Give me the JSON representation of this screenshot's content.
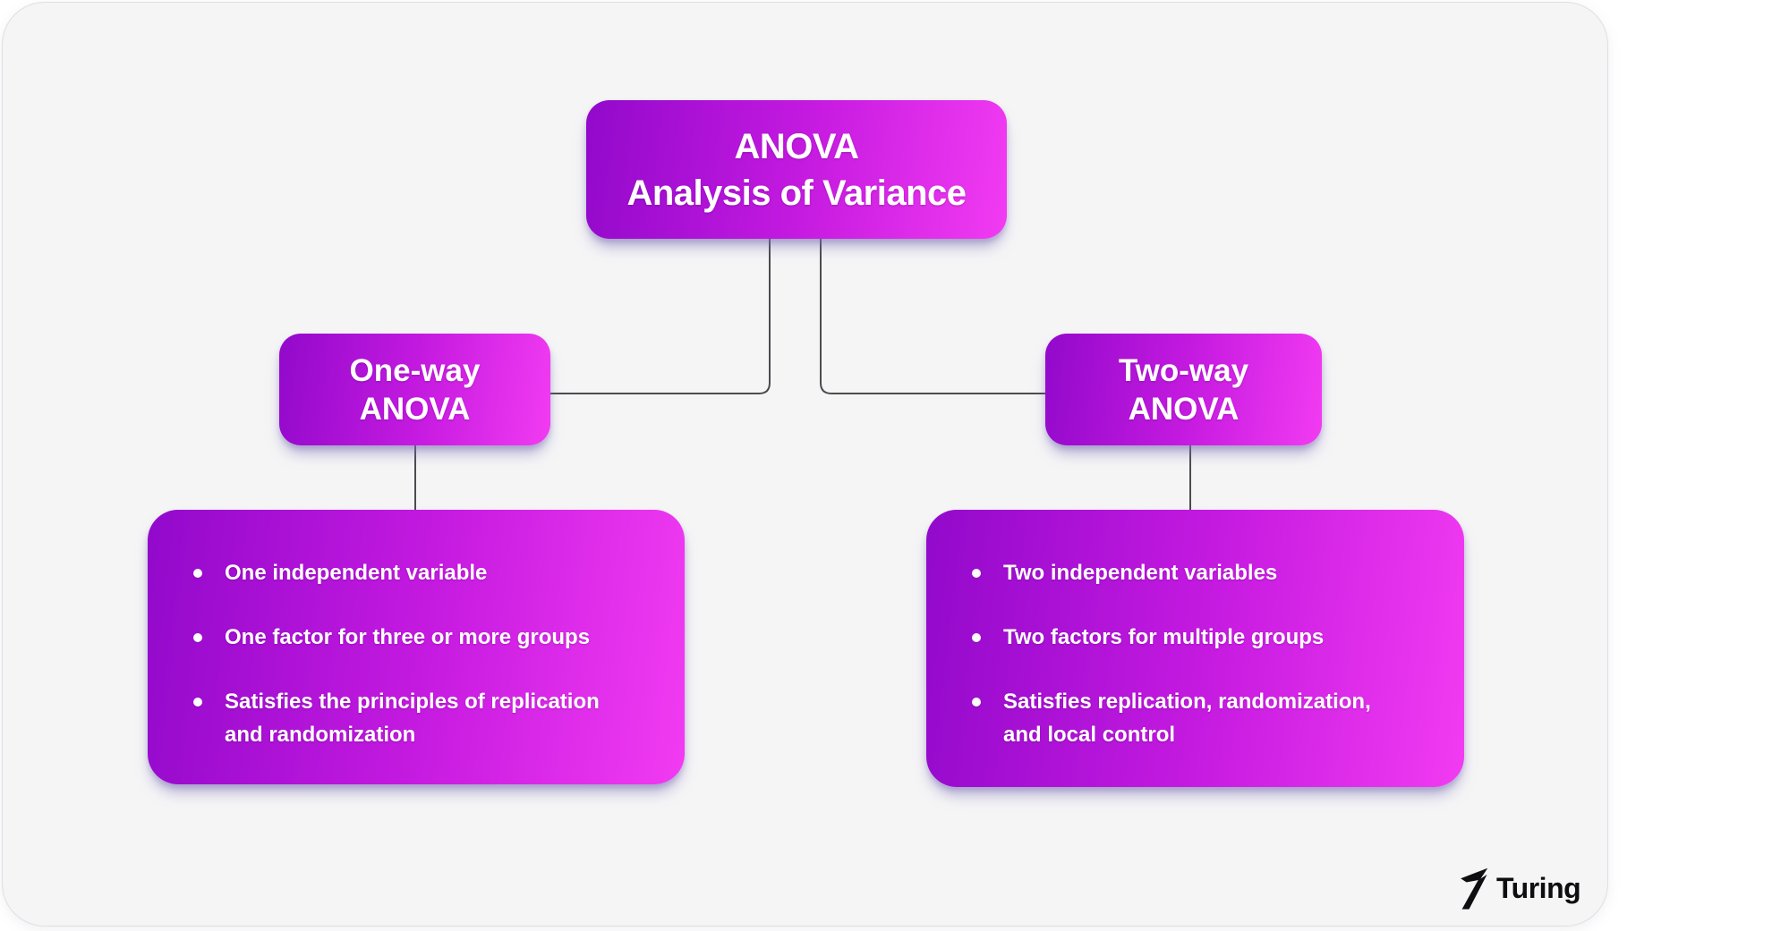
{
  "diagram": {
    "root": {
      "title": "ANOVA\nAnalysis of Variance"
    },
    "branches": [
      {
        "id": "one-way",
        "title": "One-way\nANOVA",
        "bullets": [
          "One independent variable",
          "One factor for three or more groups",
          "Satisfies the principles of replication\nand randomization"
        ]
      },
      {
        "id": "two-way",
        "title": "Two-way\nANOVA",
        "bullets": [
          "Two independent variables",
          "Two factors for multiple groups",
          "Satisfies replication, randomization,\nand local control"
        ]
      }
    ]
  },
  "branding": {
    "logo_text": "Turing"
  },
  "colors": {
    "page_bg": "#ffffff",
    "card_bg": "#f5f5f6",
    "gradient_start": "#9209cb",
    "gradient_mid": "#c51ae0",
    "gradient_end": "#f23bf2",
    "node_text": "#ffffff",
    "connector": "#4b4b50",
    "logo": "#0e0e10"
  }
}
